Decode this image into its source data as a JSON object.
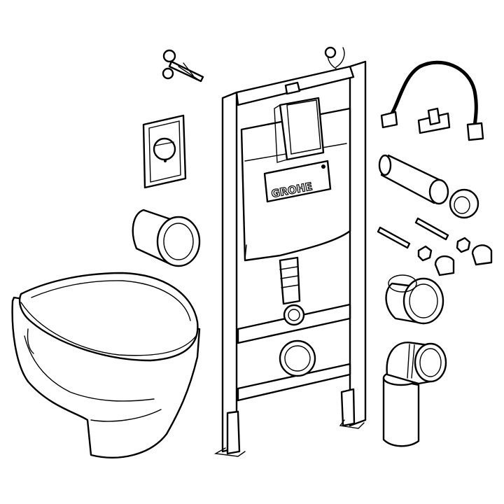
{
  "diagram": {
    "brand_logo": "GROHE",
    "parts": [
      "wall-hung-toilet",
      "installation-frame",
      "flush-plate",
      "wall-brackets",
      "sound-insulation-sleeve",
      "water-supply-hose",
      "flush-pipe",
      "seal-ring",
      "fixing-bolts",
      "nuts-and-caps",
      "connector",
      "drain-elbow"
    ]
  }
}
